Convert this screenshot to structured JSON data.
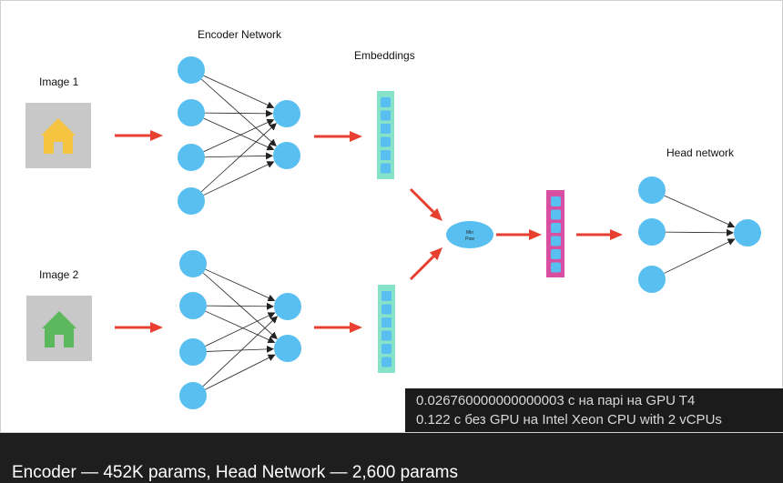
{
  "diagram": {
    "image1_label": "Image 1",
    "image2_label": "Image 2",
    "encoder_label": "Encoder Network",
    "embeddings_label": "Embeddings",
    "head_label": "Head network",
    "merge_node_label": [
      "Min",
      "Pow"
    ],
    "colors": {
      "node": "#58bff0",
      "arrow": "#e84030",
      "embedding_bar": "#86e2c9",
      "merged_bar": "#d84ea0",
      "image_bg": "#c8c8c8",
      "house1": "#f5c542",
      "house2": "#5cb85c"
    },
    "icons": [
      "house-icon",
      "house-icon"
    ]
  },
  "timing": {
    "line1": "0.026760000000000003 с на парі на GPU T4",
    "line2": "0.122 с без GPU на Intel Xeon CPU with 2 vCPUs"
  },
  "caption": "Encoder — 452K params, Head Network — 2,600 params"
}
